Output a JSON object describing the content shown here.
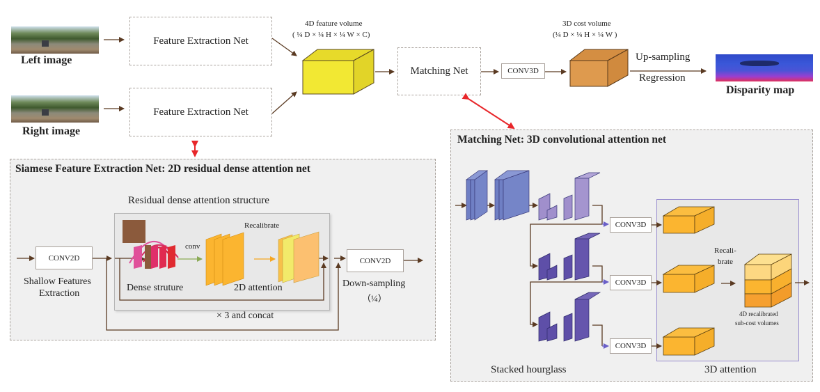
{
  "inputs": {
    "left_label": "Left image",
    "right_label": "Right image"
  },
  "top_flow": {
    "feature_net_top": "Feature Extraction Net",
    "feature_net_bottom": "Feature Extraction Net",
    "feature_volume_title": "4D feature volume",
    "feature_volume_dims": "( ¼ D × ¼ H × ¼ W × C)",
    "matching_net": "Matching Net",
    "conv3d": "CONV3D",
    "cost_volume_title": "3D cost volume",
    "cost_volume_dims": "(¼ D × ¼ H × ¼ W )",
    "upsampling": "Up-sampling",
    "regression": "Regression",
    "disparity_label": "Disparity map"
  },
  "siamese_panel": {
    "title": "Siamese Feature Extraction Net: 2D residual dense attention net",
    "rda_title": "Residual dense attention structure",
    "conv2d_in": "CONV2D",
    "shallow_line1": "Shallow Features",
    "shallow_line2": "Extraction",
    "conv_label": "conv",
    "recalibrate": "Recalibrate",
    "dense_structure": "Dense struture",
    "attention_2d": "2D attention",
    "repeat": "× 3 and concat",
    "conv2d_out": "CONV2D",
    "downsampling": "Down-sampling",
    "downsampling_factor": "（¼）"
  },
  "matching_panel": {
    "title": "Matching Net: 3D convolutional attention net",
    "conv3d_1": "CONV3D",
    "conv3d_2": "CONV3D",
    "conv3d_3": "CONV3D",
    "recalibrate_line1": "Recali-",
    "recalibrate_line2": "brate",
    "subcost_line1": "4D recalibrated",
    "subcost_line2": "sub-cost volumes",
    "stacked_hourglass": "Stacked hourglass",
    "attention_3d": "3D attention"
  },
  "colors": {
    "arrow": "#5a3a22",
    "link": "#e8262a",
    "yellow_volume": "#f2e833",
    "cost_volume": "#de9a4e",
    "hourglass_blue": "#6f7fc4",
    "hourglass_purple": "#5e4fa8",
    "attention_orange": "#fbb530"
  }
}
